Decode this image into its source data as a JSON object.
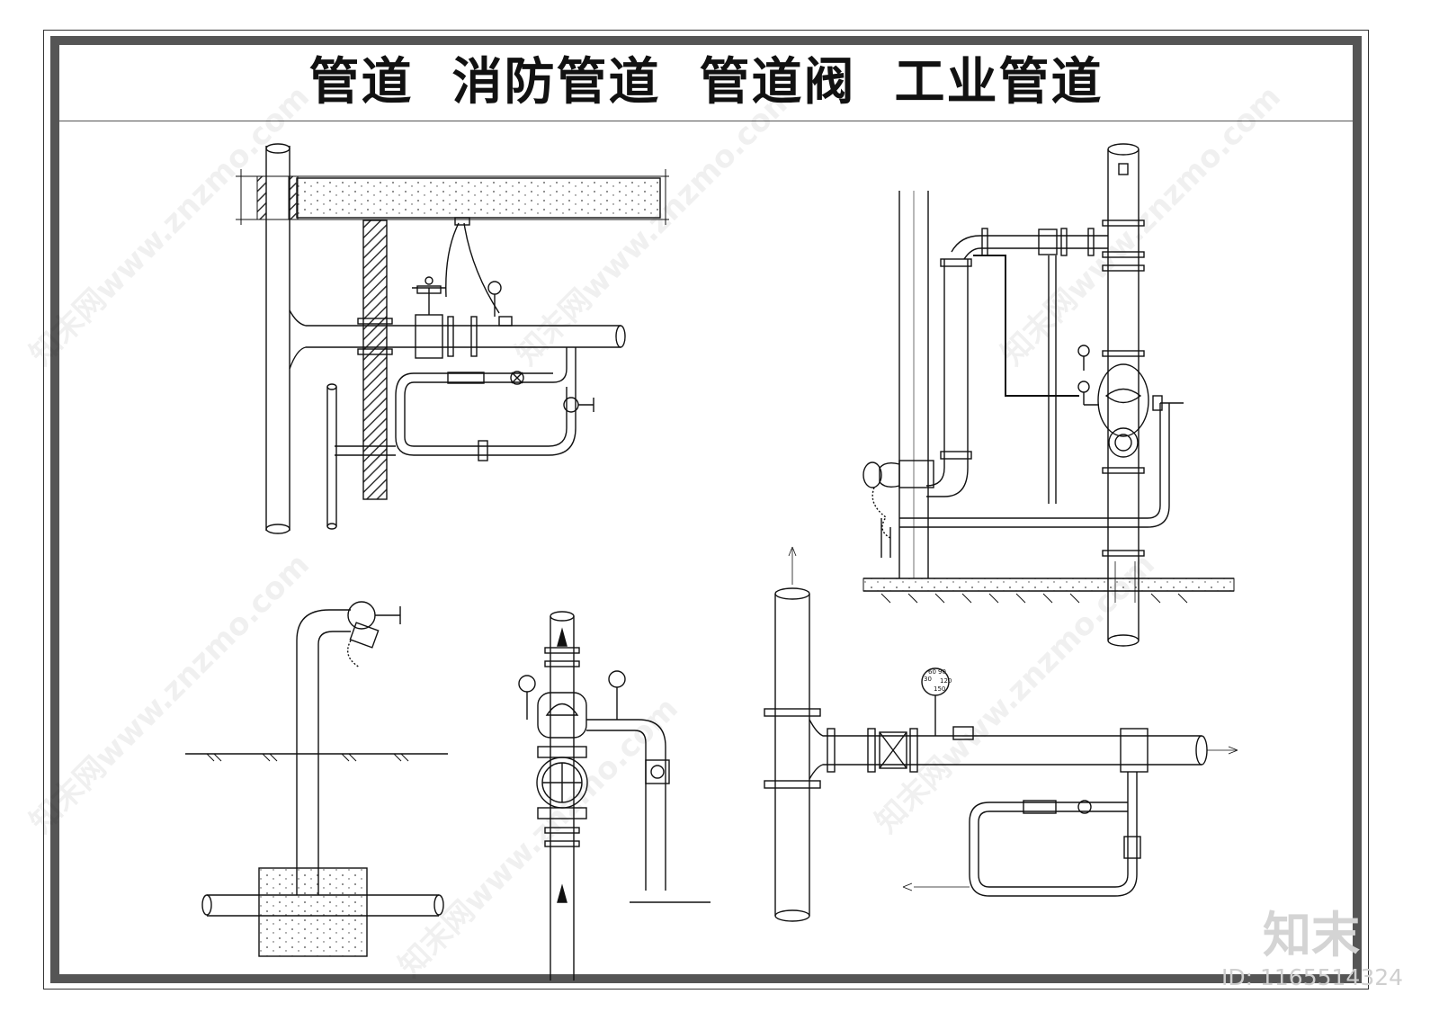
{
  "title": "管道  消防管道  管道阀  工业管道",
  "watermark": {
    "site_text": "知末网www.znzmo.com",
    "logo_text": "知末",
    "id_text": "ID: 1165514324"
  },
  "gauge_scale": [
    "30",
    "60",
    "90",
    "120",
    "150"
  ],
  "colors": {
    "line": "#111111",
    "hatch": "#333333",
    "watermark": "#d4d4d4"
  }
}
